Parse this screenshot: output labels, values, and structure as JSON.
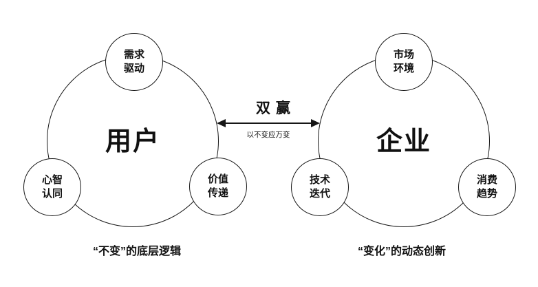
{
  "canvas": {
    "background": "#ffffff",
    "ink_color": "#161616"
  },
  "connector": {
    "title": "双赢",
    "subtitle": "以不变应万变",
    "arrow_type": "double-headed-horizontal"
  },
  "left_group": {
    "core": "用户",
    "caption": "“不变”的底层逻辑",
    "satellites": [
      {
        "line1": "需求",
        "line2": "驱动"
      },
      {
        "line1": "心智",
        "line2": "认同"
      },
      {
        "line1": "价值",
        "line2": "传递"
      }
    ]
  },
  "right_group": {
    "core": "企业",
    "caption": "“变化”的动态创新",
    "satellites": [
      {
        "line1": "市场",
        "line2": "环境"
      },
      {
        "line1": "技术",
        "line2": "迭代"
      },
      {
        "line1": "消费",
        "line2": "趋势"
      }
    ]
  }
}
